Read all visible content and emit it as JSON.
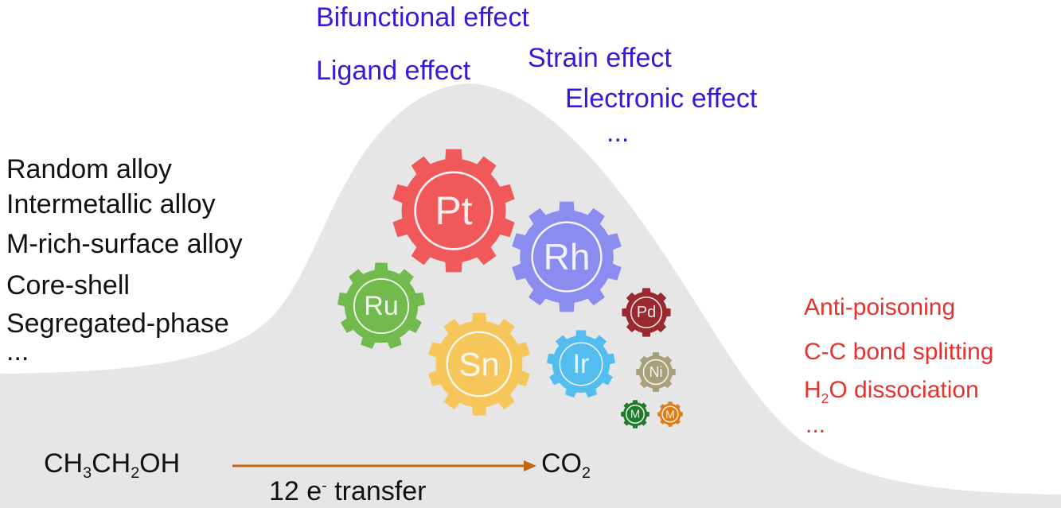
{
  "effects": {
    "items": [
      "Bifunctional effect",
      "Ligand effect",
      "Strain effect",
      "Electronic effect",
      "..."
    ]
  },
  "structures": {
    "items": [
      "Random alloy",
      "Intermetallic alloy",
      "M-rich-surface alloy",
      "Core-shell",
      "Segregated-phase",
      "..."
    ]
  },
  "benefits": {
    "anti_poisoning": "Anti-poisoning",
    "cc_splitting": "C-C bond splitting",
    "h2o_h": "H",
    "h2o_sub": "2",
    "h2o_rest": "O dissociation",
    "ellipsis": "..."
  },
  "reaction": {
    "reactant": {
      "p1": "CH",
      "s1": "3",
      "p2": "CH",
      "s2": "2",
      "p3": "OH"
    },
    "product": {
      "p1": "CO",
      "s1": "2"
    },
    "transfer": {
      "p1": "12 e",
      "sup": "-",
      "p2": " transfer"
    },
    "arrow_color": "#c8660e"
  },
  "gears": [
    {
      "label": "Pt",
      "color": "#f0585a"
    },
    {
      "label": "Rh",
      "color": "#8b8cf0"
    },
    {
      "label": "Ru",
      "color": "#72b94e"
    },
    {
      "label": "Sn",
      "color": "#f6c65b"
    },
    {
      "label": "Ir",
      "color": "#54bdf0"
    },
    {
      "label": "Pd",
      "color": "#9b2a30"
    },
    {
      "label": "Ni",
      "color": "#a7a07a"
    },
    {
      "label": "M",
      "color": "#1f7a2a"
    },
    {
      "label": "M",
      "color": "#e07a12"
    }
  ],
  "colors": {
    "effect_text": "#3a17d9",
    "benefit_text": "#e5312f",
    "hill": "#e6e6e6"
  }
}
